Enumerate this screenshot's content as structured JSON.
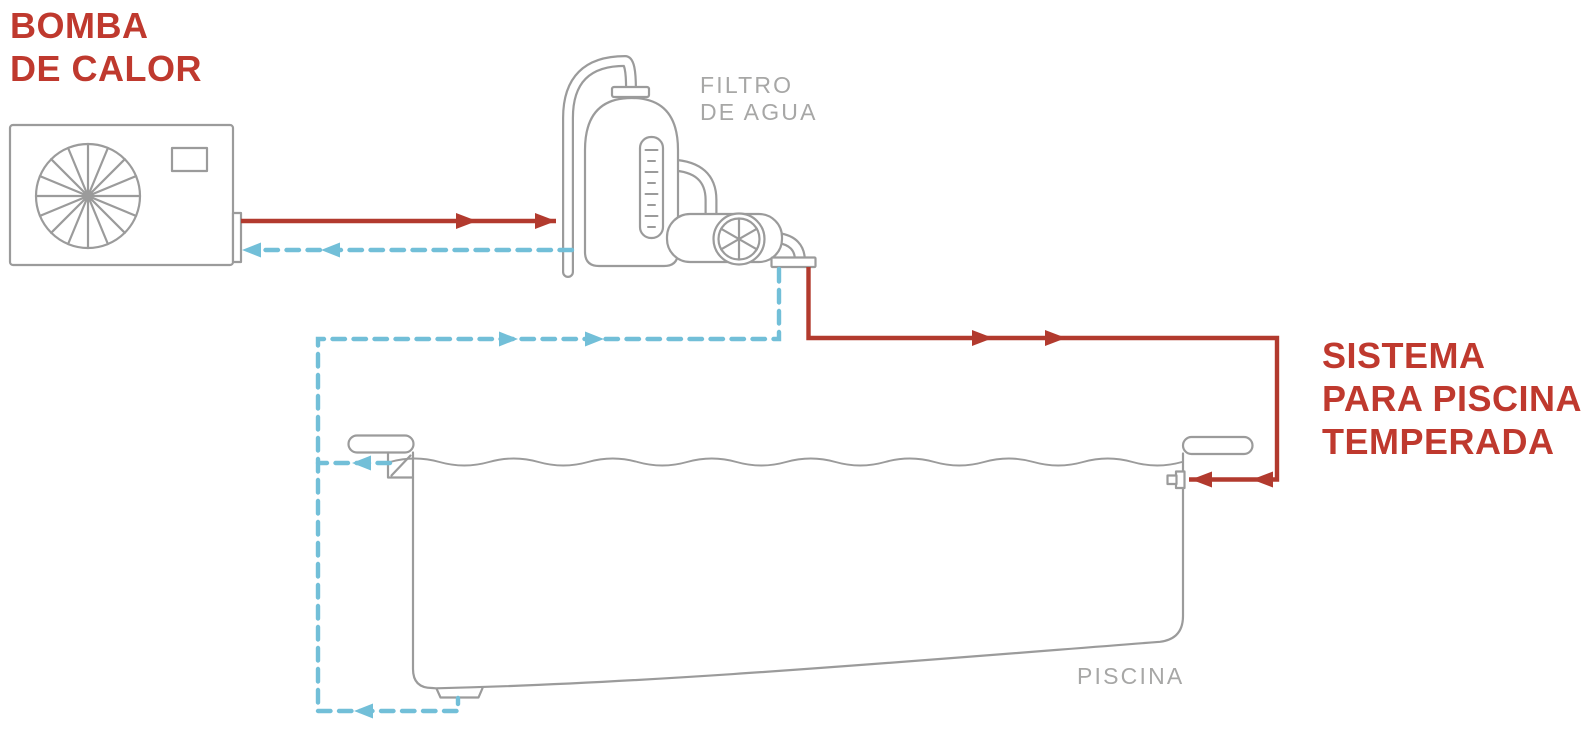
{
  "labels": {
    "heat_pump": "BOMBA\nDE CALOR",
    "water_filter": "FILTRO\nDE AGUA",
    "system": "SISTEMA\nPARA PISCINA\nTEMPERADA",
    "pool": "PISCINA"
  },
  "colors": {
    "hot_flow": "#b23a2e",
    "cold_flow": "#72bfd8",
    "outline": "#9b9b9b",
    "label_red": "#bf392e",
    "label_gray": "#a7a7a6"
  }
}
